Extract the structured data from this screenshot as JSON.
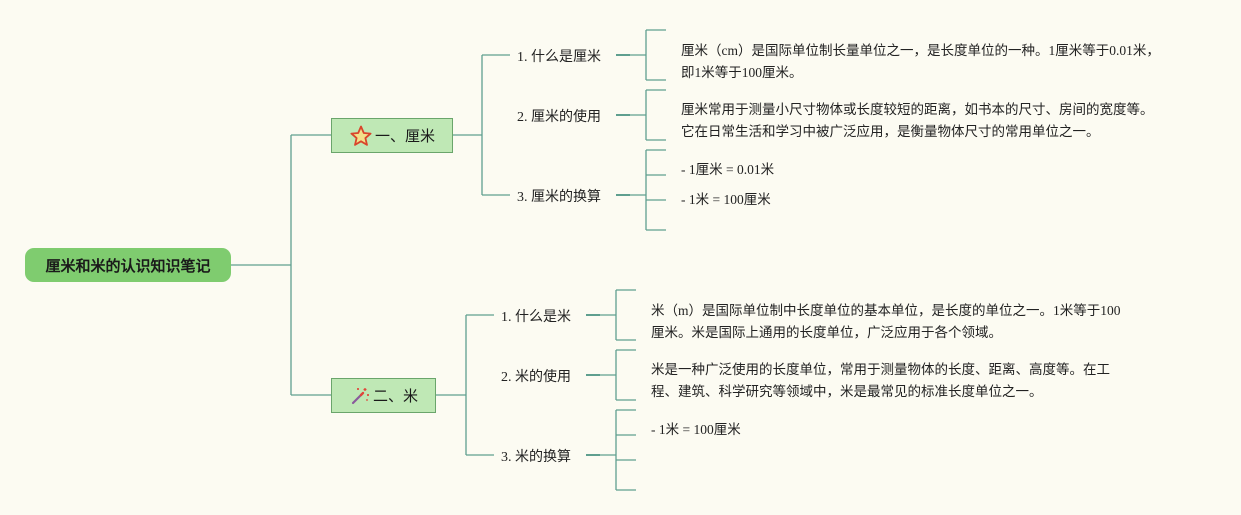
{
  "root": {
    "title": "厘米和米的认识知识笔记"
  },
  "branches": [
    {
      "label": "一、厘米",
      "icon": "star-icon",
      "items": [
        {
          "label": "1. 什么是厘米",
          "lines": [
            "厘米（cm）是国际单位制长量单位之一，是长度单位的一种。1厘米等于0.01米，",
            "即1米等于100厘米。"
          ]
        },
        {
          "label": "2. 厘米的使用",
          "lines": [
            "厘米常用于测量小尺寸物体或长度较短的距离，如书本的尺寸、房间的宽度等。",
            "它在日常生活和学习中被广泛应用，是衡量物体尺寸的常用单位之一。"
          ]
        },
        {
          "label": "3. 厘米的换算",
          "lines": [
            "- 1厘米 = 0.01米",
            "- 1米 = 100厘米"
          ]
        }
      ]
    },
    {
      "label": "二、米",
      "icon": "magic-wand-icon",
      "items": [
        {
          "label": "1. 什么是米",
          "lines": [
            "米（m）是国际单位制中长度单位的基本单位，是长度的单位之一。1米等于100",
            "厘米。米是国际上通用的长度单位，广泛应用于各个领域。"
          ]
        },
        {
          "label": "2. 米的使用",
          "lines": [
            "米是一种广泛使用的长度单位，常用于测量物体的长度、距离、高度等。在工",
            "程、建筑、科学研究等领域中，米是最常见的标准长度单位之一。"
          ]
        },
        {
          "label": "3. 米的换算",
          "lines": [
            "- 1米 = 100厘米"
          ]
        }
      ]
    }
  ],
  "colors": {
    "line": "#5f9f8f",
    "root": "#7fcc6f",
    "branch": "#bfe8b5",
    "branch_border": "#6aa56b",
    "background": "#fcfbf2"
  }
}
